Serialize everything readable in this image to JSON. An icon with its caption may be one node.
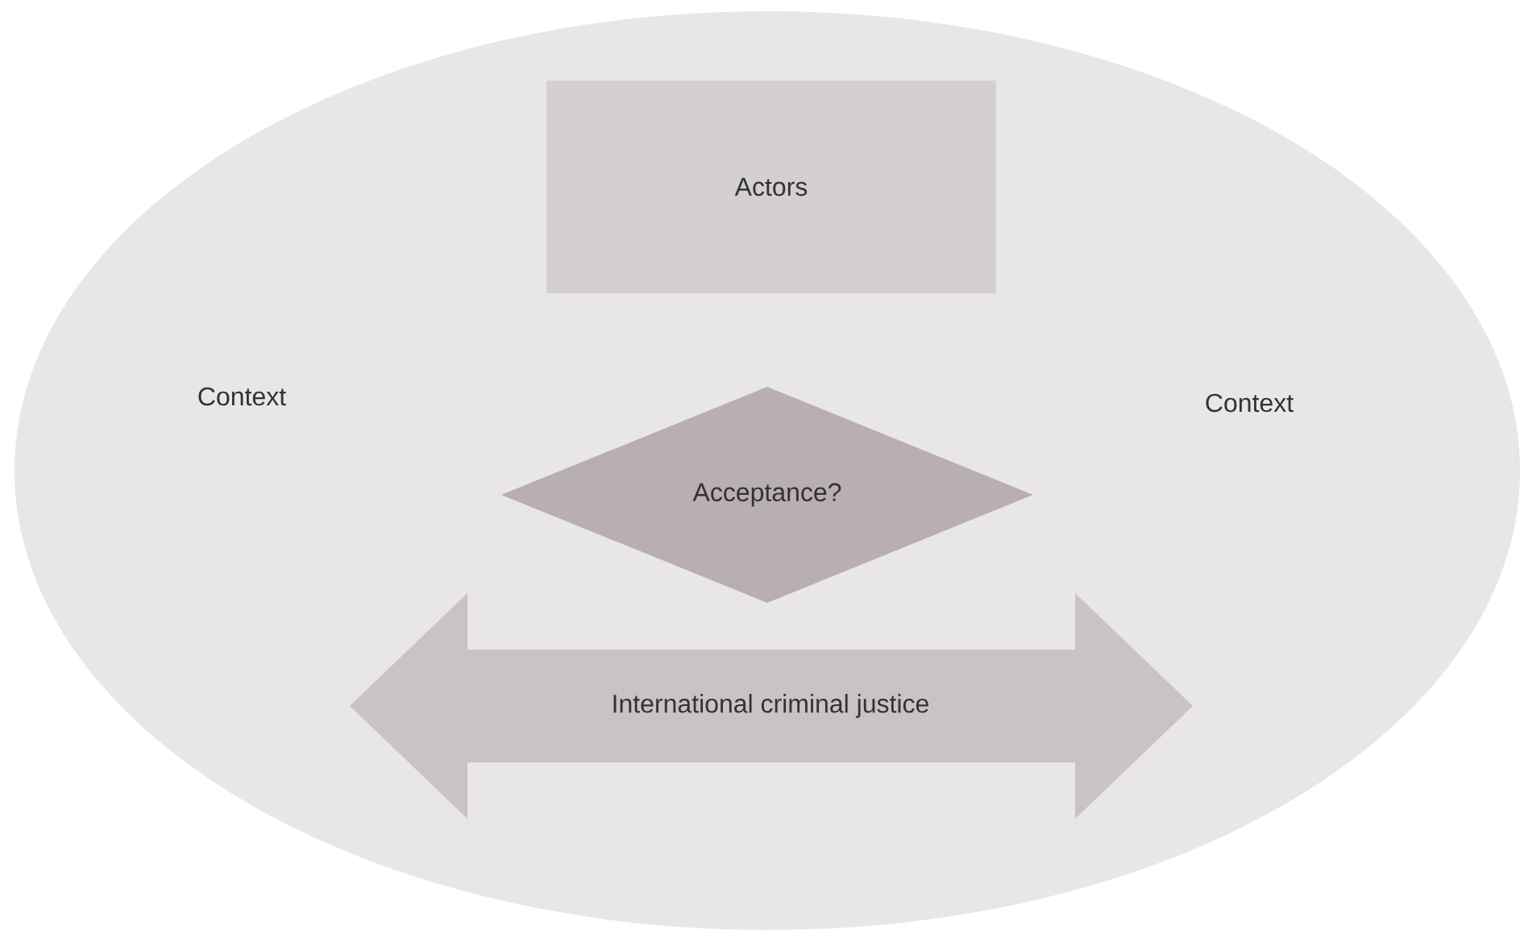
{
  "diagram": {
    "nodes": [
      {
        "text": [
          "Context",
          "Context"
        ]
      },
      {
        "text": [
          "Actors"
        ],
        "in": 0
      },
      {
        "text": [
          "Acceptance?"
        ],
        "in": 0
      },
      {
        "text": [
          "International criminal justice"
        ],
        "in": 0
      }
    ]
  }
}
